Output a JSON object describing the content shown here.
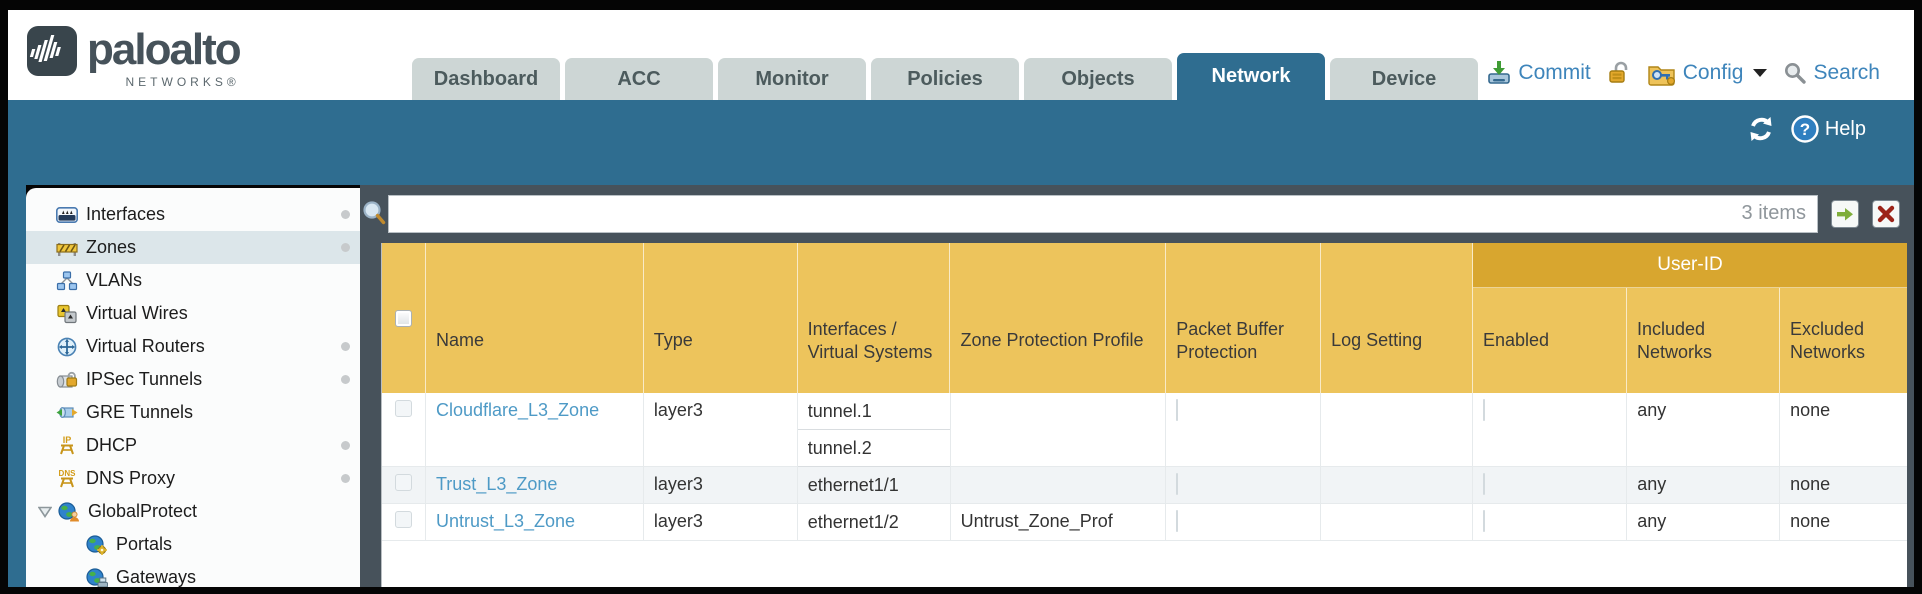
{
  "brand": {
    "name": "paloalto",
    "sub": "NETWORKS®"
  },
  "nav_tabs": [
    {
      "label": "Dashboard",
      "active": false
    },
    {
      "label": "ACC",
      "active": false
    },
    {
      "label": "Monitor",
      "active": false
    },
    {
      "label": "Policies",
      "active": false
    },
    {
      "label": "Objects",
      "active": false
    },
    {
      "label": "Network",
      "active": true
    },
    {
      "label": "Device",
      "active": false
    }
  ],
  "header_actions": {
    "commit": "Commit",
    "config": "Config",
    "search": "Search"
  },
  "toolbar": {
    "help": "Help"
  },
  "filter_bar": {
    "value": "",
    "count": "3 items"
  },
  "sidebar": {
    "items": [
      {
        "label": "Interfaces",
        "icon": "interfaces-icon",
        "dot": true,
        "selected": false
      },
      {
        "label": "Zones",
        "icon": "zones-icon",
        "dot": true,
        "selected": true
      },
      {
        "label": "VLANs",
        "icon": "vlans-icon",
        "dot": false,
        "selected": false
      },
      {
        "label": "Virtual Wires",
        "icon": "virtual-wires-icon",
        "dot": false,
        "selected": false
      },
      {
        "label": "Virtual Routers",
        "icon": "virtual-routers-icon",
        "dot": true,
        "selected": false
      },
      {
        "label": "IPSec Tunnels",
        "icon": "ipsec-tunnels-icon",
        "dot": true,
        "selected": false
      },
      {
        "label": "GRE Tunnels",
        "icon": "gre-tunnels-icon",
        "dot": false,
        "selected": false
      },
      {
        "label": "DHCP",
        "icon": "dhcp-icon",
        "dot": true,
        "selected": false
      },
      {
        "label": "DNS Proxy",
        "icon": "dns-proxy-icon",
        "dot": true,
        "selected": false
      },
      {
        "label": "GlobalProtect",
        "icon": "globalprotect-icon",
        "dot": false,
        "selected": false,
        "expanded": true
      },
      {
        "label": "Portals",
        "icon": "portals-icon",
        "dot": false,
        "selected": false,
        "child": true
      },
      {
        "label": "Gateways",
        "icon": "gateways-icon",
        "dot": false,
        "selected": false,
        "child": true
      }
    ]
  },
  "table": {
    "group_header": "User-ID",
    "columns": [
      "Name",
      "Type",
      "Interfaces / Virtual Systems",
      "Zone Protection Profile",
      "Packet Buffer Protection",
      "Log Setting",
      "Enabled",
      "Included Networks",
      "Excluded Networks"
    ],
    "rows": [
      {
        "name": "Cloudflare_L3_Zone",
        "type": "layer3",
        "interfaces": [
          "tunnel.1",
          "tunnel.2"
        ],
        "zone_protection_profile": "",
        "packet_buffer_protection_checked": false,
        "log_setting": "",
        "enabled_checked": false,
        "included_networks": "any",
        "excluded_networks": "none"
      },
      {
        "name": "Trust_L3_Zone",
        "type": "layer3",
        "interfaces": [
          "ethernet1/1"
        ],
        "zone_protection_profile": "",
        "packet_buffer_protection_checked": false,
        "log_setting": "",
        "enabled_checked": false,
        "included_networks": "any",
        "excluded_networks": "none"
      },
      {
        "name": "Untrust_L3_Zone",
        "type": "layer3",
        "interfaces": [
          "ethernet1/2"
        ],
        "zone_protection_profile": "Untrust_Zone_Prof",
        "packet_buffer_protection_checked": false,
        "log_setting": "",
        "enabled_checked": false,
        "included_networks": "any",
        "excluded_networks": "none"
      }
    ]
  },
  "colors": {
    "accent_teal": "#2f6d90",
    "header_orange": "#edc45c",
    "userid_band_amber": "#d8a62f",
    "panel_dark_slate": "#47525b",
    "link_blue": "#4e9ac6",
    "row_stripe": "#f1f4f6",
    "tab_inactive": "#cdd6d5"
  }
}
